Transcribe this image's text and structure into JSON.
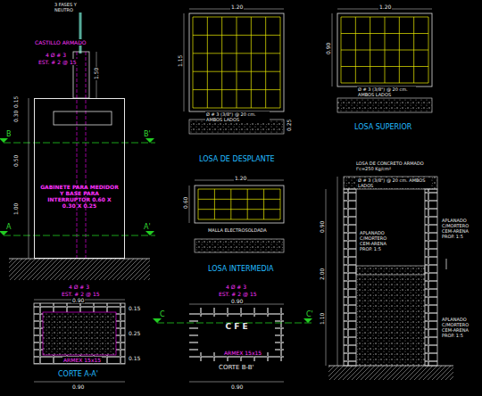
{
  "diagram": {
    "nodes": [
      {
        "text": [
          "GABINETE PARA MEDIDOR Y BASE PARA INTERRUPTOR 0.60 X 0.30 X 0.25"
        ]
      },
      {
        "text": [
          "C F E"
        ]
      }
    ],
    "labels": [
      "3 FASES Y NEUTRO",
      "CASTILLO ARMADO",
      "4 Ø # 3",
      "EST. # 2 @ 15",
      "1.50",
      "0.15",
      "0.30",
      "0.50",
      "1.00",
      "B",
      "B'",
      "A",
      "A'",
      "1.20",
      "1.15",
      "Ø # 3 (3/8\") @ 20 cm. AMBOS LADOS",
      "0.25",
      "LOSA DE DESPLANTE",
      "1.20",
      "0.90",
      "Ø # 3 (3/8\") @ 20 cm. AMBOS LADOS",
      "LOSA SUPERIOR",
      "1.20",
      "0.60",
      "MALLA ELECTROSOLDADA",
      "LOSA INTERMEDIA",
      "LOSA DE CONCRETO ARMADO f'c=250 Kg/cm²",
      "Ø # 3 (3/8\") @ 20 cm. AMBOS LADOS",
      "APLANADO C/MORTERO CEM-ARENA PROP. 1:5",
      "APLANADO C/MORTERO CEM-ARENA PROP. 1:5",
      "APLANADO C/MORTERO CEM-ARENA PROP. 1:5",
      "0.90",
      "2.00",
      "1.10",
      "4 Ø # 3",
      "EST. # 2 @ 15",
      "0.90",
      "0.15",
      "0.25",
      "0.15",
      "ARMEX 15x15",
      "CORTE A-A'",
      "0.90",
      "4 Ø # 3",
      "EST. # 2 @ 15",
      "0.90",
      "ARMEX 15x15",
      "CORTE B-B'",
      "C",
      "C'",
      "0.90"
    ]
  }
}
